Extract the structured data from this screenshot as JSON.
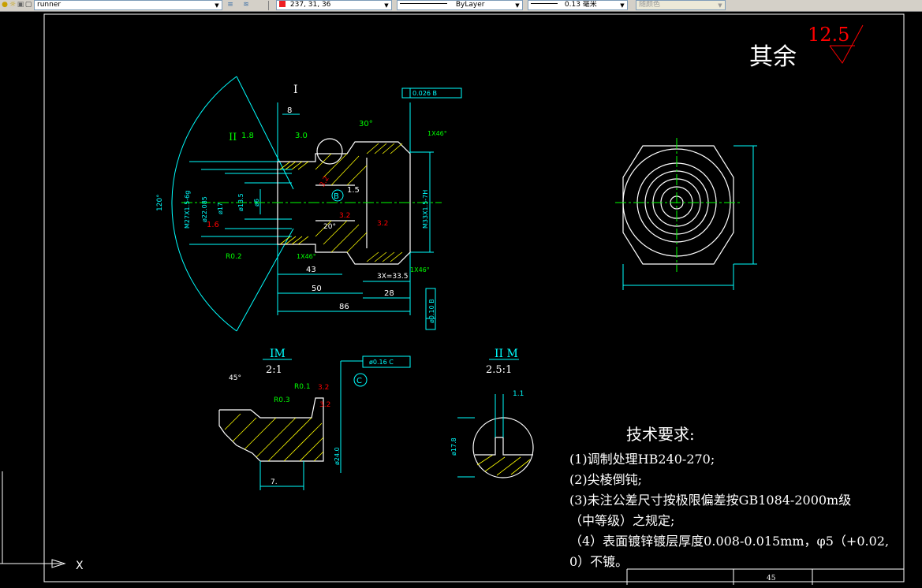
{
  "toolbar": {
    "layer_name": "runner",
    "color_value": "237, 31, 36",
    "linetype": "ByLayer",
    "lineweight": "0.13 毫米",
    "plotstyle": "随颜色",
    "color_swatch": "#ed1f24"
  },
  "drawing": {
    "roughness_label": "其余",
    "roughness_value": "12.5",
    "tech_title": "技术要求:",
    "tech_lines": [
      "(1)调制处理HB240-270;",
      "(2)尖棱倒钝;",
      "(3)未注公差尺寸按极限偏差按GB1084-2000m级",
      "（中等级）之规定;",
      "（4）表面镀锌镀层厚度0.008-0.015mm，φ5（+0.02,",
      "0）不镀。"
    ],
    "detail_I_label": "I",
    "detail_I_title": "IM",
    "detail_I_scale": "2:1",
    "detail_II_label": "II",
    "detail_II_title": "II M",
    "detail_II_scale": "2.5:1",
    "datum_B": "B",
    "datum_C": "C",
    "dims": {
      "d8": "8",
      "d43": "43",
      "d50": "50",
      "d86": "86",
      "d28": "28",
      "d15": "1.5",
      "d120": "120°",
      "d30": "30°",
      "d20": "20°",
      "d45": "45°",
      "chamfer1": "1X46°",
      "chamfer2": "1X46°",
      "chamfer3": "1X46°",
      "thread1": "M27X1.5-6g",
      "thread2": "M33X1.5-7H",
      "d135": "ø13.5",
      "d6": "ø6",
      "d170": "ø17",
      "d22": "ø22.085",
      "r02": "R0.2",
      "r01": "R0.1",
      "r03": "R0.3",
      "d18": "1.8",
      "d30b": "3.0",
      "r32a": "3.2",
      "r32b": "3.2",
      "r32c": "3.2",
      "r32d": "3.2",
      "r32e": "3.2",
      "r16": "1.6",
      "d335": "3X=33.5",
      "tol1": "0.026 B",
      "tol2": "ø0.16 C",
      "tol3": "ø0.10 B",
      "d7": "7.",
      "d24": "ø24.0",
      "d178": "ø17.8",
      "d11": "1.1",
      "d45b": "45"
    }
  }
}
